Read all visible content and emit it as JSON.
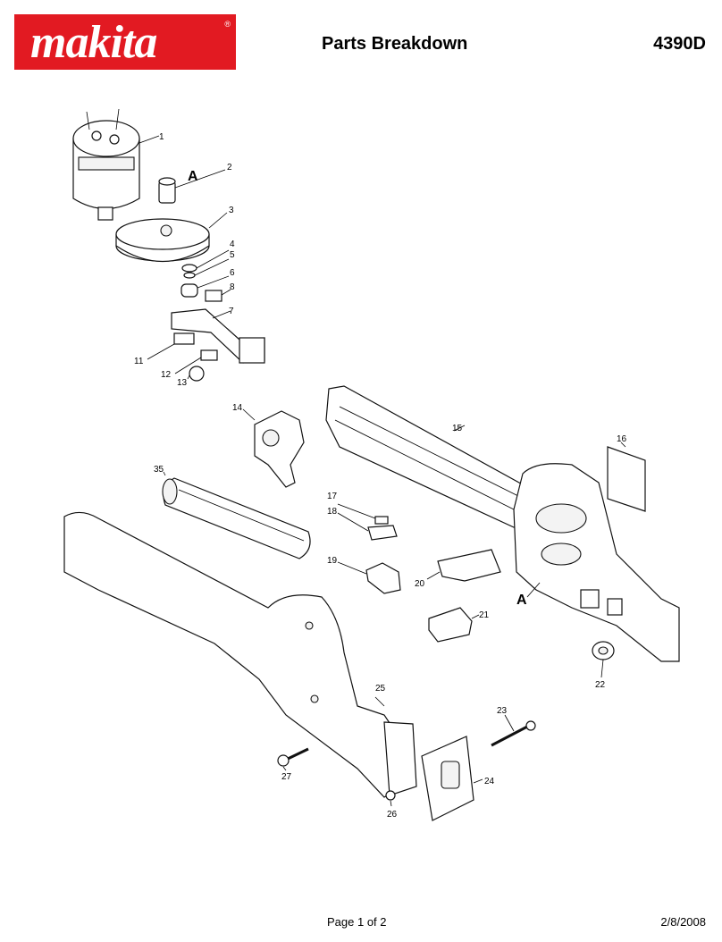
{
  "header": {
    "brand": "makita",
    "brand_mark": "®",
    "title": "Parts Breakdown",
    "model": "4390D"
  },
  "diagram": {
    "reference_markers": [
      "A",
      "A"
    ],
    "parts": [
      {
        "no": "1"
      },
      {
        "no": "2"
      },
      {
        "no": "3"
      },
      {
        "no": "4"
      },
      {
        "no": "5"
      },
      {
        "no": "6"
      },
      {
        "no": "7"
      },
      {
        "no": "8"
      },
      {
        "no": "11"
      },
      {
        "no": "12"
      },
      {
        "no": "13"
      },
      {
        "no": "14"
      },
      {
        "no": "15"
      },
      {
        "no": "16"
      },
      {
        "no": "17"
      },
      {
        "no": "18"
      },
      {
        "no": "19"
      },
      {
        "no": "20"
      },
      {
        "no": "21"
      },
      {
        "no": "22"
      },
      {
        "no": "23"
      },
      {
        "no": "24"
      },
      {
        "no": "25"
      },
      {
        "no": "26"
      },
      {
        "no": "27"
      },
      {
        "no": "35"
      }
    ]
  },
  "footer": {
    "page": "Page 1 of 2",
    "date": "2/8/2008"
  }
}
